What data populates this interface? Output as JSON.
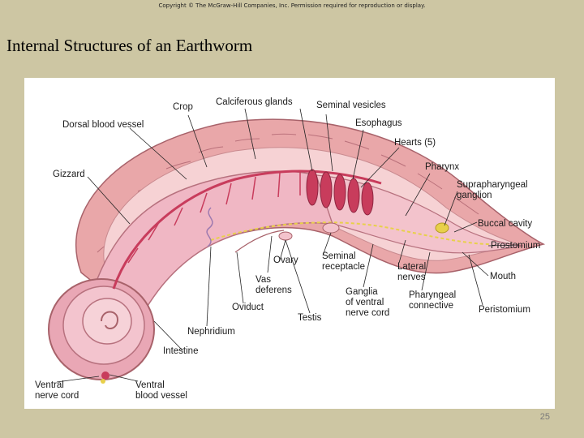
{
  "header": {
    "copyright": "Copyright © The McGraw-Hill Companies, Inc. Permission required for reproduction or display.",
    "title": "Internal Structures of an Earthworm"
  },
  "labels": {
    "crop": "Crop",
    "calciferous_glands": "Calciferous glands",
    "seminal_vesicles": "Seminal vesicles",
    "dorsal_blood_vessel": "Dorsal blood vessel",
    "esophagus": "Esophagus",
    "hearts": "Hearts (5)",
    "gizzard": "Gizzard",
    "pharynx": "Pharynx",
    "suprapharyngeal_ganglion_1": "Suprapharyngeal",
    "suprapharyngeal_ganglion_2": "ganglion",
    "buccal_cavity": "Buccal cavity",
    "prostomium": "Prostomium",
    "ovary": "Ovary",
    "seminal_receptacle_1": "Seminal",
    "seminal_receptacle_2": "receptacle",
    "lateral_nerves_1": "Lateral",
    "lateral_nerves_2": "nerves",
    "mouth": "Mouth",
    "vas_deferens_1": "Vas",
    "vas_deferens_2": "deferens",
    "ganglia_1": "Ganglia",
    "ganglia_2": "of ventral",
    "ganglia_3": "nerve cord",
    "pharyngeal_connective_1": "Pharyngeal",
    "pharyngeal_connective_2": "connective",
    "peristomium": "Peristomium",
    "oviduct": "Oviduct",
    "testis": "Testis",
    "nephridium": "Nephridium",
    "intestine": "Intestine",
    "ventral_nerve_cord_1": "Ventral",
    "ventral_nerve_cord_2": "nerve cord",
    "ventral_blood_vessel_1": "Ventral",
    "ventral_blood_vessel_2": "blood vessel"
  },
  "colors": {
    "background": "#cdc6a3",
    "body_wall": "#e8a3a6",
    "body_wall_dark": "#c77b82",
    "intestine": "#f0b7c4",
    "blood_vessel": "#c83c5c",
    "nerve_cord": "#e8d04a"
  },
  "footer": {
    "slide_number": "25"
  }
}
